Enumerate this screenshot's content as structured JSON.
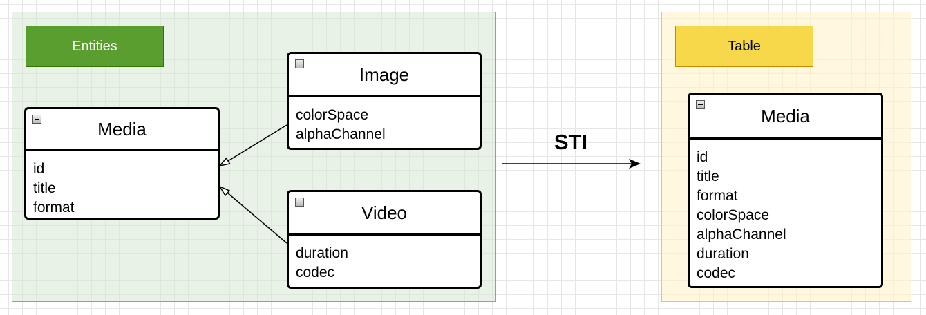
{
  "groups": {
    "entities": {
      "label": "Entities"
    },
    "table": {
      "label": "Table"
    }
  },
  "entities": {
    "media": {
      "title": "Media",
      "fields": [
        "id",
        "title",
        "format"
      ]
    },
    "image": {
      "title": "Image",
      "fields": [
        "colorSpace",
        "alphaChannel"
      ]
    },
    "video": {
      "title": "Video",
      "fields": [
        "duration",
        "codec"
      ]
    }
  },
  "table": {
    "media": {
      "title": "Media",
      "fields": [
        "id",
        "title",
        "format",
        "colorSpace",
        "alphaChannel",
        "duration",
        "codec"
      ]
    }
  },
  "arrow": {
    "label": "STI"
  },
  "colors": {
    "entities_fill": "#d5e8d4",
    "entities_label_fill": "#5a9e2f",
    "table_fill": "#fff2cc",
    "table_label_fill": "#f7d84a"
  }
}
